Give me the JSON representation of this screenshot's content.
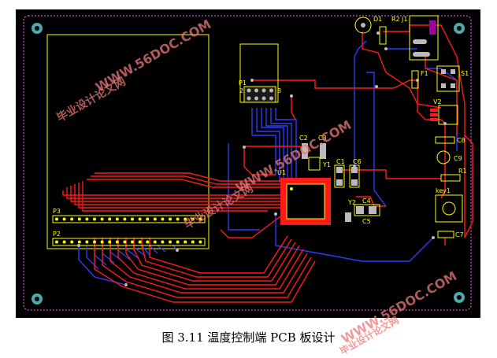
{
  "caption": "图 3.11  温度控制端 PCB 板设计",
  "designators": {
    "D1": "D1",
    "R2": "R2",
    "J1": "J1",
    "S1": "S1",
    "F1": "F1",
    "V2": "V2",
    "P1": "P1",
    "P2": "P2",
    "P3": "P3",
    "U1": "U1",
    "Y1": "Y1",
    "Y2": "Y2",
    "C1": "C1",
    "C2": "C2",
    "C3": "C3",
    "C4": "C4",
    "C5": "C5",
    "C6": "C6",
    "C7": "C7",
    "C8": "C8",
    "C9": "C9",
    "R1": "R1",
    "key1": "key1",
    "p1_pin2": "2",
    "p1_pin8": "8"
  },
  "watermarks": {
    "url": "WWW.56DOC.COM",
    "text": "毕业设计论文网"
  },
  "colors": {
    "board": "#000000",
    "top_copper": "#ff1a1a",
    "bottom_copper": "#2a3cff",
    "silkscreen": "#ffff00",
    "outline": "#ff66ff",
    "watermark": "#eb7878"
  }
}
